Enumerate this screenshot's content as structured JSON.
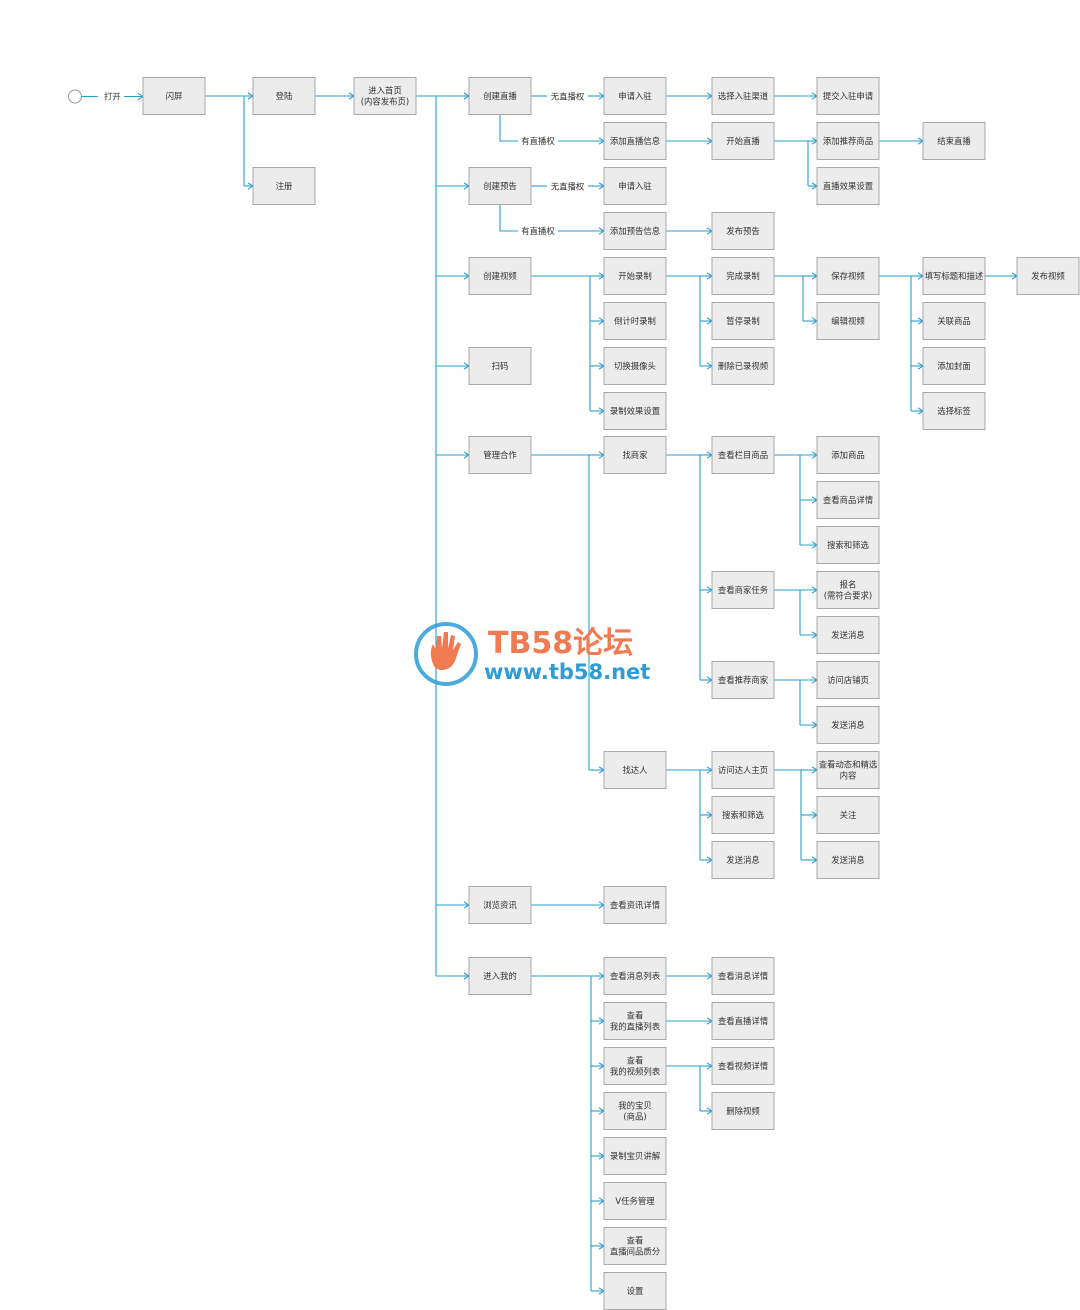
{
  "start_label": "打开",
  "nodes": [
    {
      "id": "splash",
      "lines": [
        "闪屏"
      ]
    },
    {
      "id": "login",
      "lines": [
        "登陆"
      ]
    },
    {
      "id": "register",
      "lines": [
        "注册"
      ]
    },
    {
      "id": "home",
      "lines": [
        "进入首页",
        "(内容发布页)"
      ]
    },
    {
      "id": "create_live",
      "lines": [
        "创建直播"
      ]
    },
    {
      "id": "apply1",
      "lines": [
        "申请入驻"
      ]
    },
    {
      "id": "select_channel",
      "lines": [
        "选择入驻渠道"
      ]
    },
    {
      "id": "submit_apply",
      "lines": [
        "提交入驻申请"
      ]
    },
    {
      "id": "add_live_info",
      "lines": [
        "添加直播信息"
      ]
    },
    {
      "id": "start_live",
      "lines": [
        "开始直播"
      ]
    },
    {
      "id": "add_rec_goods",
      "lines": [
        "添加推荐商品"
      ]
    },
    {
      "id": "end_live",
      "lines": [
        "结束直播"
      ]
    },
    {
      "id": "live_effect",
      "lines": [
        "直播效果设置"
      ]
    },
    {
      "id": "create_preview",
      "lines": [
        "创建预告"
      ]
    },
    {
      "id": "apply2",
      "lines": [
        "申请入驻"
      ]
    },
    {
      "id": "add_preview_info",
      "lines": [
        "添加预告信息"
      ]
    },
    {
      "id": "publish_preview",
      "lines": [
        "发布预告"
      ]
    },
    {
      "id": "create_video",
      "lines": [
        "创建视频"
      ]
    },
    {
      "id": "start_rec",
      "lines": [
        "开始录制"
      ]
    },
    {
      "id": "countdown_rec",
      "lines": [
        "倒计时录制"
      ]
    },
    {
      "id": "switch_cam",
      "lines": [
        "切换摄像头"
      ]
    },
    {
      "id": "rec_effect",
      "lines": [
        "录制效果设置"
      ]
    },
    {
      "id": "finish_rec",
      "lines": [
        "完成录制"
      ]
    },
    {
      "id": "pause_rec",
      "lines": [
        "暂停录制"
      ]
    },
    {
      "id": "delete_recorded",
      "lines": [
        "删除已录视频"
      ]
    },
    {
      "id": "save_video",
      "lines": [
        "保存视频"
      ]
    },
    {
      "id": "edit_video",
      "lines": [
        "编辑视频"
      ]
    },
    {
      "id": "fill_title",
      "lines": [
        "填写标题和描述"
      ]
    },
    {
      "id": "publish_video",
      "lines": [
        "发布视频"
      ]
    },
    {
      "id": "link_goods",
      "lines": [
        "关联商品"
      ]
    },
    {
      "id": "add_cover",
      "lines": [
        "添加封面"
      ]
    },
    {
      "id": "choose_tag",
      "lines": [
        "选择标签"
      ]
    },
    {
      "id": "scan",
      "lines": [
        "扫码"
      ]
    },
    {
      "id": "manage_coop",
      "lines": [
        "管理合作"
      ]
    },
    {
      "id": "find_merchant",
      "lines": [
        "找商家"
      ]
    },
    {
      "id": "view_column_goods",
      "lines": [
        "查看栏目商品"
      ]
    },
    {
      "id": "add_goods",
      "lines": [
        "添加商品"
      ]
    },
    {
      "id": "view_goods_detail",
      "lines": [
        "查看商品详情"
      ]
    },
    {
      "id": "search_filter1",
      "lines": [
        "搜索和筛选"
      ]
    },
    {
      "id": "view_merchant_task",
      "lines": [
        "查看商家任务"
      ]
    },
    {
      "id": "signup",
      "lines": [
        "报名",
        "(需符合要求)"
      ]
    },
    {
      "id": "send_msg1",
      "lines": [
        "发送消息"
      ]
    },
    {
      "id": "view_rec_merchant",
      "lines": [
        "查看推荐商家"
      ]
    },
    {
      "id": "visit_shop",
      "lines": [
        "访问店铺页"
      ]
    },
    {
      "id": "send_msg2",
      "lines": [
        "发送消息"
      ]
    },
    {
      "id": "find_talent",
      "lines": [
        "找达人"
      ]
    },
    {
      "id": "visit_talent",
      "lines": [
        "访问达人主页"
      ]
    },
    {
      "id": "view_dynamics",
      "lines": [
        "查看动态和精选",
        "内容"
      ]
    },
    {
      "id": "search_filter2",
      "lines": [
        "搜索和筛选"
      ]
    },
    {
      "id": "follow",
      "lines": [
        "关注"
      ]
    },
    {
      "id": "send_msg3",
      "lines": [
        "发送消息"
      ]
    },
    {
      "id": "send_msg4",
      "lines": [
        "发送消息"
      ]
    },
    {
      "id": "browse_news",
      "lines": [
        "浏览资讯"
      ]
    },
    {
      "id": "view_news_detail",
      "lines": [
        "查看资讯详情"
      ]
    },
    {
      "id": "enter_mine",
      "lines": [
        "进入我的"
      ]
    },
    {
      "id": "view_msg_list",
      "lines": [
        "查看消息列表"
      ]
    },
    {
      "id": "view_msg_detail",
      "lines": [
        "查看消息详情"
      ]
    },
    {
      "id": "view_my_live_list",
      "lines": [
        "查看",
        "我的直播列表"
      ]
    },
    {
      "id": "view_live_detail",
      "lines": [
        "查看直播详情"
      ]
    },
    {
      "id": "view_my_video_list",
      "lines": [
        "查看",
        "我的视频列表"
      ]
    },
    {
      "id": "view_video_detail",
      "lines": [
        "查看视频详情"
      ]
    },
    {
      "id": "delete_video",
      "lines": [
        "删除视频"
      ]
    },
    {
      "id": "my_baby",
      "lines": [
        "我的宝贝",
        "(商品)"
      ]
    },
    {
      "id": "rec_baby_explain",
      "lines": [
        "录制宝贝讲解"
      ]
    },
    {
      "id": "v_task",
      "lines": [
        "V任务管理"
      ]
    },
    {
      "id": "view_quality",
      "lines": [
        "查看",
        "直播间品质分"
      ]
    },
    {
      "id": "settings",
      "lines": [
        "设置"
      ]
    }
  ],
  "edge_labels": [
    {
      "id": "no_perm1",
      "text": "无直播权"
    },
    {
      "id": "has_perm1",
      "text": "有直播权"
    },
    {
      "id": "no_perm2",
      "text": "无直播权"
    },
    {
      "id": "has_perm2",
      "text": "有直播权"
    }
  ],
  "watermark": {
    "title": "TB58论坛",
    "url": "www.tb58.net"
  },
  "colors": {
    "connector": "#2a9fd0",
    "node_fill": "#ececec",
    "node_border": "#a9a9a9",
    "watermark_orange": "#f07a52",
    "watermark_blue": "#2e9cd6"
  }
}
